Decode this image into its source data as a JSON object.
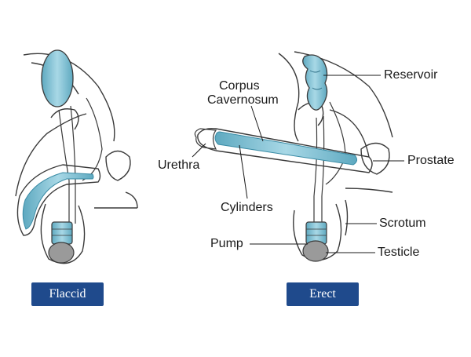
{
  "colors": {
    "fluid": "#8ec9d8",
    "fluid_dark": "#3a8ca6",
    "outline": "#3a3a3a",
    "badge": "#1f4a8c",
    "badge_text": "#ffffff"
  },
  "labels": {
    "reservoir": "Reservoir",
    "corpus_line1": "Corpus",
    "corpus_line2": "Cavernosum",
    "urethra": "Urethra",
    "prostate": "Prostate",
    "cylinders": "Cylinders",
    "scrotum": "Scrotum",
    "pump": "Pump",
    "testicle": "Testicle"
  },
  "states": {
    "flaccid": "Flaccid",
    "erect": "Erect"
  }
}
